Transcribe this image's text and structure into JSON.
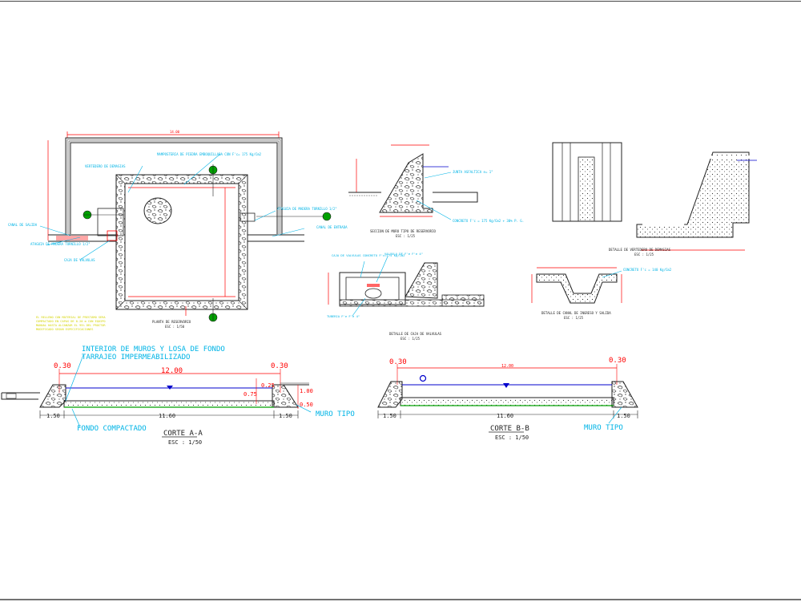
{
  "colors": {
    "background": "#ffffff",
    "linework": "#222222",
    "dimension": "#ff0000",
    "annotation": "#00b4e6",
    "water": "#0000cc",
    "marker": "#00a000",
    "note": "#d4d400",
    "frame": "#444444"
  },
  "plan": {
    "title": "PLANTA DE RESERVORIO",
    "scale": "ESC : 1/50",
    "overall_dim": "14.00",
    "callout_weir": "VERTEDERO DE DEMASIAS",
    "callout_masonry": "MAMPOSTERIA DE PIEDRA EMBOQUILLADA CON F'c= 175 Kg/Cm2",
    "callout_outlet_channel": "CANAL DE SALIDA",
    "callout_wood_screen_left": "ATAGUIA DE MADERA TORNILLO 1/2\"",
    "callout_valve_box": "CAJA DE VALVULAS",
    "callout_wood_screen_right": "ATAGUIA DE MADERA TORNILLO 1/2\"",
    "callout_inlet_channel": "CANAL DE ENTRADA",
    "notes": [
      "EL RELLENO CON MATERIAL DE PRESTAMO SERA",
      "COMPACTADO EN CAPAS DE 0.20 m CON EQUIPO",
      "MANUAL HASTA ALCANZAR EL 95% DEL PROCTOR",
      "MODIFICADO SEGUN ESPECIFICACIONES"
    ]
  },
  "wall_section": {
    "title": "SECCION DE MURO TIPO DE RESERVORIO",
    "scale": "ESC : 1/25",
    "callout_joint": "JUNTA ASFALTICA e= 1\"",
    "callout_concrete": "CONCRETO F'c = 175 Kg/Cm2 + 30% P. G."
  },
  "weir_detail": {
    "title": "DETALLE DE VERTEDERO DE DEMASIAS",
    "scale": "ESC : 1/25"
  },
  "valve_box": {
    "title": "DETALLE DE CAJA DE VALVULAS",
    "scale": "ESC : 1/25",
    "callout_box": "CAJA DE VALVULAS CONCRETO F'c=175 Kg/Cm2",
    "callout_valve": "VALVULA DE F'e F'e 4\"",
    "callout_pipe": "TUBERIA F'e F'e 4\""
  },
  "channel_detail": {
    "title": "DETALLE DE CANAL DE INGRESO Y SALIDA",
    "scale": "ESC : 1/25",
    "callout_concrete": "CONCRETO F'c = 140 Kg/Cm2"
  },
  "section_aa": {
    "title": "CORTE A-A",
    "scale": "ESC : 1/50",
    "note_lining": [
      "INTERIOR DE MUROS Y LOSA DE FONDO",
      "TARRAJEO IMPERMEABILIZADO"
    ],
    "dim_top_left": "0.30",
    "dim_top_right": "0.30",
    "dim_span": "12.00",
    "dim_freeboard": "0.25",
    "dim_depth": "0.75",
    "dim_wall_h": "1.00",
    "dim_base": "0.50",
    "dim_bottom_left": "1.50",
    "dim_bottom_mid": "11.60",
    "dim_bottom_right": "1.50",
    "callout_floor": "FONDO COMPACTADO",
    "callout_wall": "MURO TIPO"
  },
  "section_bb": {
    "title": "CORTE B-B",
    "scale": "ESC : 1/50",
    "dim_top_left": "0.30",
    "dim_top_right": "0.30",
    "dim_span": "12.00",
    "dim_bottom_left": "1.50",
    "dim_bottom_mid": "11.60",
    "dim_bottom_right": "1.50",
    "callout_wall": "MURO TIPO"
  }
}
